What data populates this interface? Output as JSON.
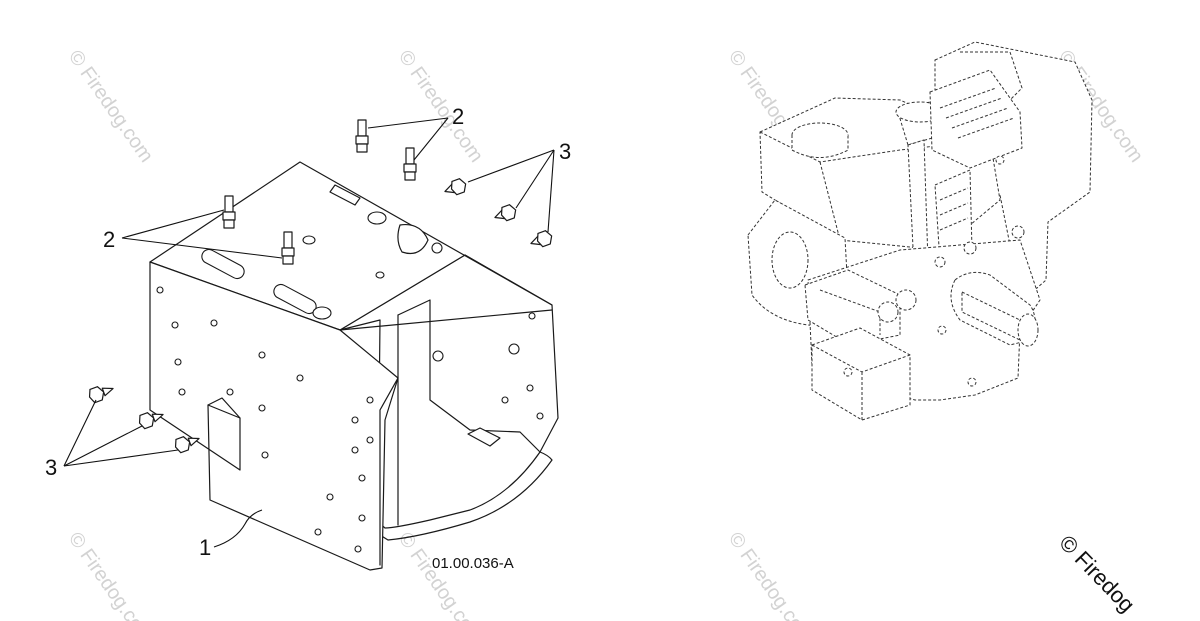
{
  "callouts": {
    "frame": "1",
    "stud_upper": "2",
    "stud_left": "2",
    "screw_right": "3",
    "screw_left": "3"
  },
  "part_number": "01.00.036-A",
  "watermark": {
    "text": "© Firedog.com",
    "corner_text": "© Firedog"
  }
}
